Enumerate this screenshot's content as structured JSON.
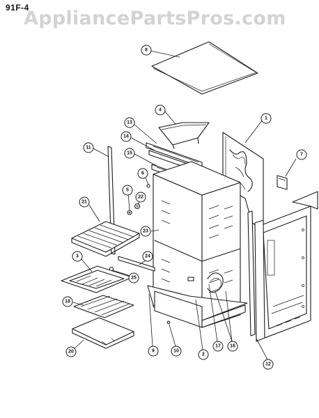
{
  "page_code": "91F-4",
  "watermark": "AppliancePartsPros.com",
  "callouts": [
    "8",
    "4",
    "1",
    "13",
    "14",
    "15",
    "11",
    "7",
    "6",
    "5",
    "22",
    "21",
    "23",
    "24",
    "3",
    "25",
    "18",
    "20",
    "9",
    "10",
    "2",
    "17",
    "16",
    "12"
  ]
}
